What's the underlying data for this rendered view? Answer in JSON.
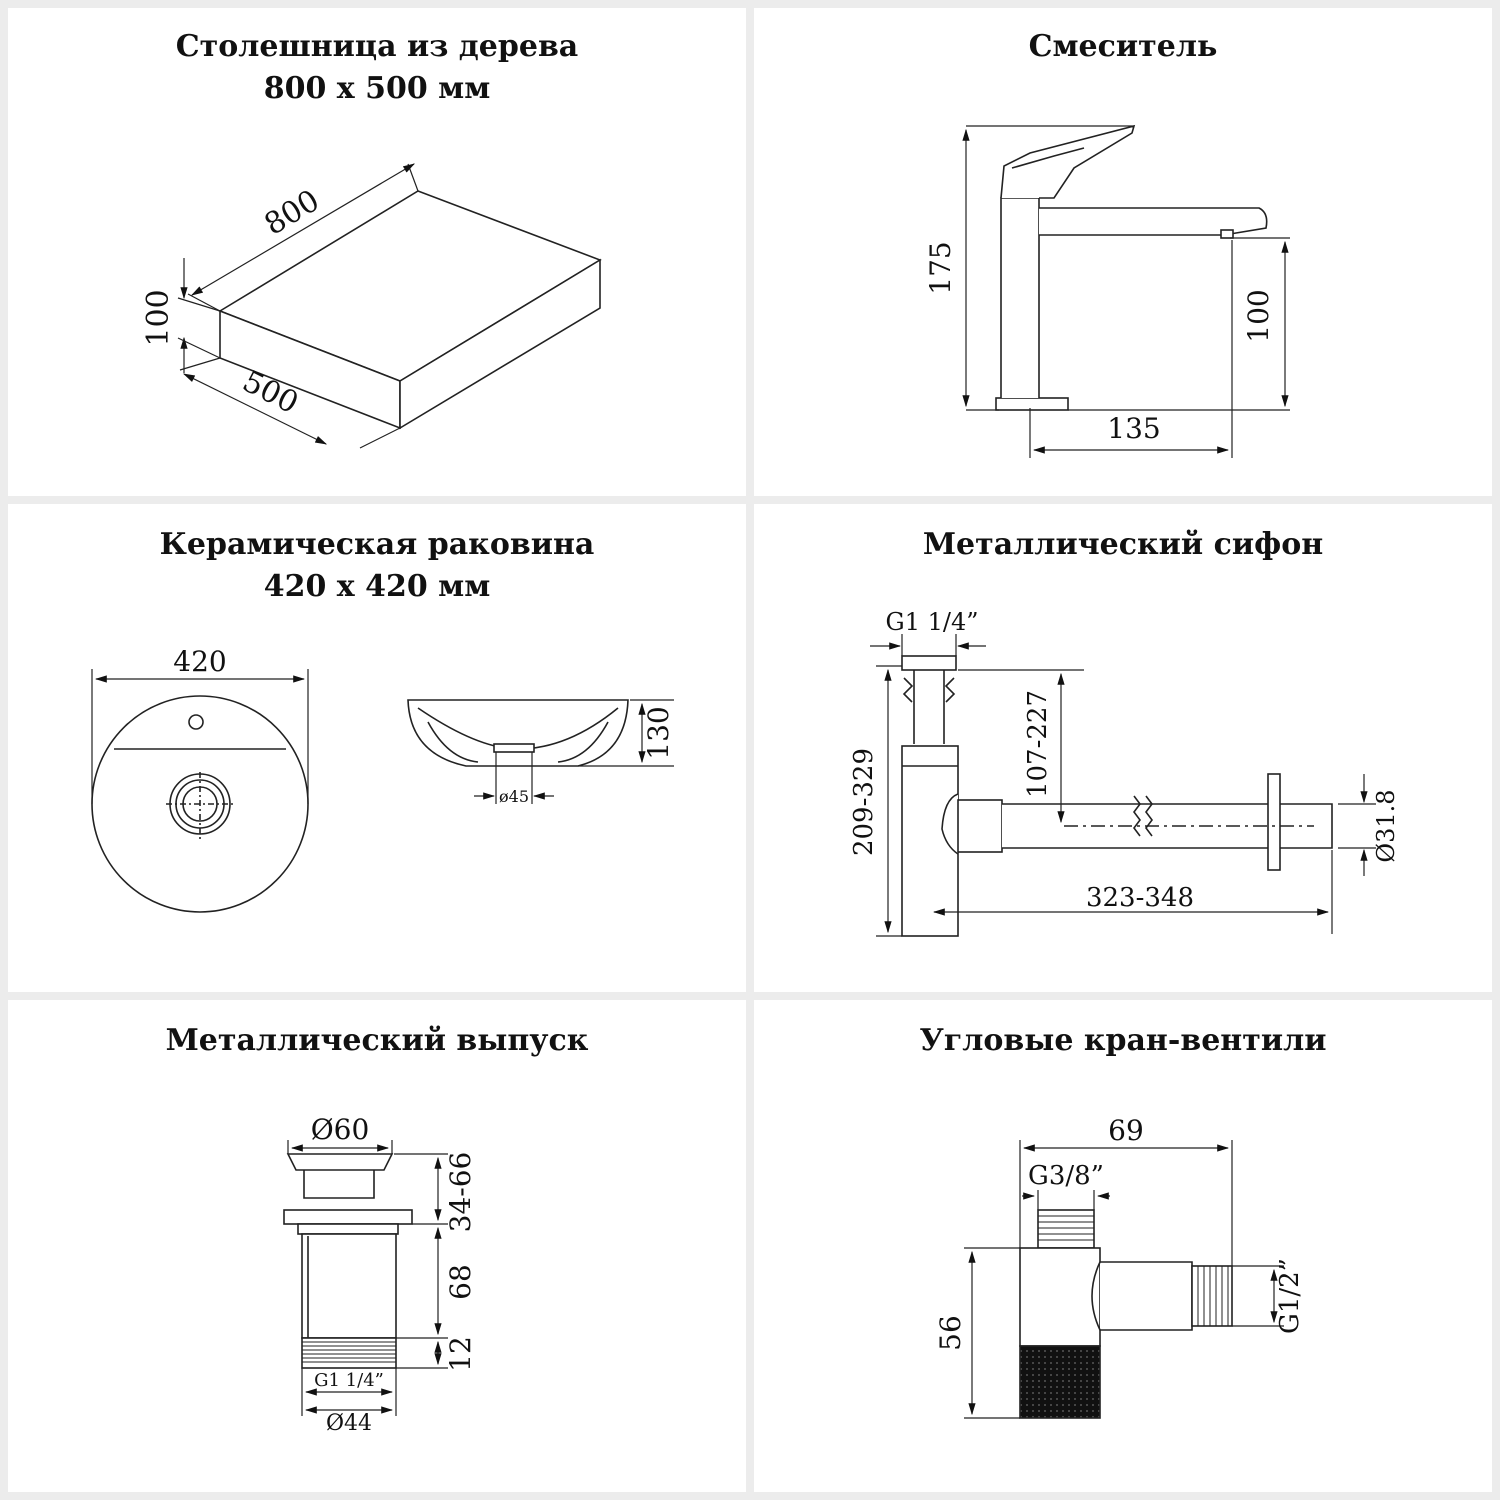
{
  "panels": {
    "countertop": {
      "title_line1": "Столешница из дерева",
      "title_line2": "800 x 500 мм",
      "dim_length": "800",
      "dim_height": "100",
      "dim_depth": "500"
    },
    "faucet": {
      "title": "Смеситель",
      "dim_height_total": "175",
      "dim_spout_height": "100",
      "dim_spout_reach": "135"
    },
    "sink": {
      "title_line1": "Керамическая раковина",
      "title_line2": "420 x 420 мм",
      "dim_diameter": "420",
      "dim_height": "130",
      "dim_drain": "ø45"
    },
    "siphon": {
      "title": "Металлический сифон",
      "dim_thread": "G1 1/4”",
      "dim_height_range": "209-329",
      "dim_inlet_range": "107-227",
      "dim_length_range": "323-348",
      "dim_pipe_diameter": "Ø31.8"
    },
    "drain": {
      "title": "Металлический выпуск",
      "dim_top_diameter": "Ø60",
      "dim_adjust_range": "34-66",
      "dim_body": "68",
      "dim_thread_length": "12",
      "dim_thread": "G1 1/4”",
      "dim_bottom_diameter": "Ø44"
    },
    "valve": {
      "title": "Угловые кран-вентили",
      "dim_width": "69",
      "dim_inlet_thread": "G3/8”",
      "dim_height": "56",
      "dim_outlet_thread": "G1/2”"
    }
  }
}
